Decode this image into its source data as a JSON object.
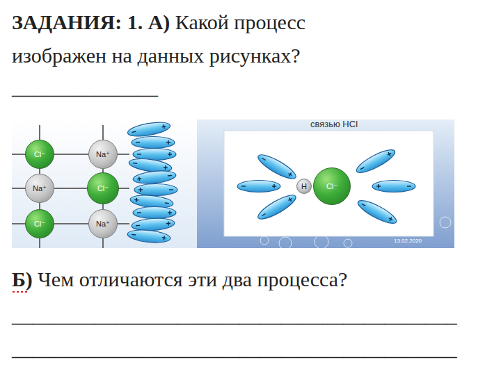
{
  "diagram": {
    "nodes": [
      {
        "text": [
          "Cl⁻"
        ]
      },
      {
        "text": [
          "Na⁺"
        ]
      },
      {
        "text": [
          "Na⁺"
        ]
      },
      {
        "text": [
          "Cl⁻"
        ]
      },
      {
        "text": [
          "Cl⁻"
        ]
      },
      {
        "text": [
          "Na⁺"
        ]
      },
      {
        "text": [
          "H"
        ]
      },
      {
        "text": [
          "Cl⁻"
        ]
      }
    ],
    "edges": [
      {
        "from": 0,
        "to": 1,
        "arrow": "none"
      },
      {
        "from": 2,
        "to": 3,
        "arrow": "none"
      },
      {
        "from": 4,
        "to": 5,
        "arrow": "none"
      },
      {
        "from": 0,
        "to": 2,
        "arrow": "none"
      },
      {
        "from": 2,
        "to": 4,
        "arrow": "none"
      },
      {
        "from": 1,
        "to": 3,
        "arrow": "none"
      },
      {
        "from": 3,
        "to": 5,
        "arrow": "none"
      }
    ],
    "labels": [
      "ЗАДАНИЯ: 1. А)",
      "Какой процесс изображен на данных рисунках?",
      "______________",
      "связью HCl",
      "13.02.2020",
      "Б)",
      "Чем отличаются эти два процесса?",
      "___________________________________________",
      "___________________________________________"
    ]
  }
}
